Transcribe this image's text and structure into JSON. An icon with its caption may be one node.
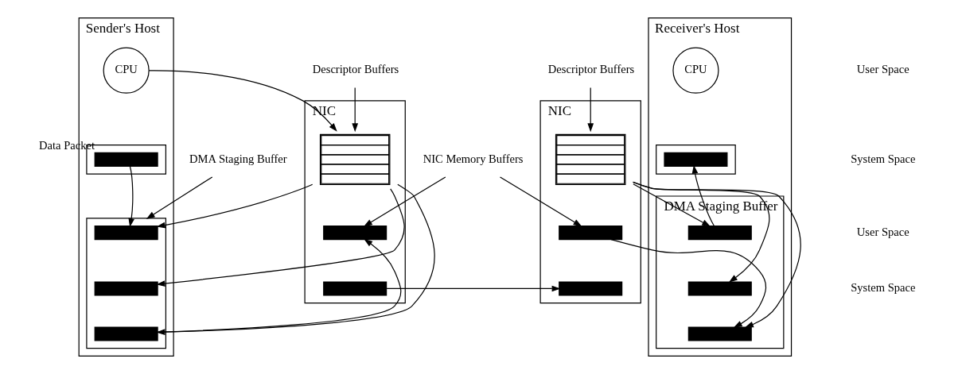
{
  "diagram": {
    "nodes": [
      {
        "text": [
          "Sender's Host"
        ]
      },
      {
        "text": [
          "CPU"
        ],
        "in": 0
      },
      {
        "text": [],
        "shape": "box",
        "in": 0
      },
      {
        "text": [],
        "shape": "bar",
        "in": 2,
        "beside": [
          "Data Packet"
        ]
      },
      {
        "text": [],
        "shape": "box",
        "in": 0
      },
      {
        "text": [],
        "shape": "bar",
        "in": 4
      },
      {
        "text": [],
        "shape": "bar",
        "in": 4
      },
      {
        "text": [],
        "shape": "bar",
        "in": 4
      },
      {
        "text": [
          "DMA Staging Buffer"
        ]
      },
      {
        "text": [
          "NIC"
        ]
      },
      {
        "text": [],
        "shape": "table",
        "in": 9
      },
      {
        "text": [],
        "shape": "bar",
        "in": 9
      },
      {
        "text": [],
        "shape": "bar",
        "in": 9
      },
      {
        "text": [
          "Descriptor Buffers"
        ]
      },
      {
        "text": [
          "NIC Memory Buffers"
        ]
      },
      {
        "text": [
          "NIC"
        ]
      },
      {
        "text": [],
        "shape": "table",
        "in": 15
      },
      {
        "text": [],
        "shape": "bar",
        "in": 15
      },
      {
        "text": [],
        "shape": "bar",
        "in": 15
      },
      {
        "text": [
          "Descriptor Buffers"
        ]
      },
      {
        "text": [
          "Receiver's Host"
        ]
      },
      {
        "text": [
          "CPU"
        ],
        "in": 20
      },
      {
        "text": [],
        "shape": "box",
        "in": 20
      },
      {
        "text": [],
        "shape": "bar",
        "in": 22
      },
      {
        "text": [],
        "shape": "box",
        "in": 20,
        "beside": [
          "DMA Staging Buffer"
        ]
      },
      {
        "text": [],
        "shape": "bar",
        "in": 24
      },
      {
        "text": [],
        "shape": "bar",
        "in": 24
      },
      {
        "text": [],
        "shape": "bar",
        "in": 24
      }
    ],
    "edges": [
      {
        "from": 3,
        "to": 5,
        "arrow": "to"
      },
      {
        "from": 1,
        "to": 10,
        "arrow": "to"
      },
      {
        "from": 10,
        "to": 5,
        "arrow": "to"
      },
      {
        "from": 10,
        "to": 6,
        "arrow": "to"
      },
      {
        "from": 10,
        "to": 7,
        "arrow": "to"
      },
      {
        "from": 7,
        "to": 11,
        "arrow": "to"
      },
      {
        "from": 8,
        "to": 4,
        "arrow": "to"
      },
      {
        "from": 13,
        "to": 10,
        "arrow": "to"
      },
      {
        "from": 14,
        "to": 11,
        "arrow": "to"
      },
      {
        "from": 14,
        "to": 17,
        "arrow": "to"
      },
      {
        "from": 12,
        "to": 18,
        "arrow": "to"
      },
      {
        "from": 19,
        "to": 16,
        "arrow": "to"
      },
      {
        "from": 16,
        "to": 25,
        "arrow": "to"
      },
      {
        "from": 16,
        "to": 26,
        "arrow": "to"
      },
      {
        "from": 16,
        "to": 27,
        "arrow": "to"
      },
      {
        "from": 17,
        "to": 27,
        "arrow": "to"
      },
      {
        "from": 25,
        "to": 23,
        "arrow": "to"
      }
    ],
    "labels": [
      "User Space",
      "System Space",
      "User Space",
      "System Space"
    ]
  }
}
